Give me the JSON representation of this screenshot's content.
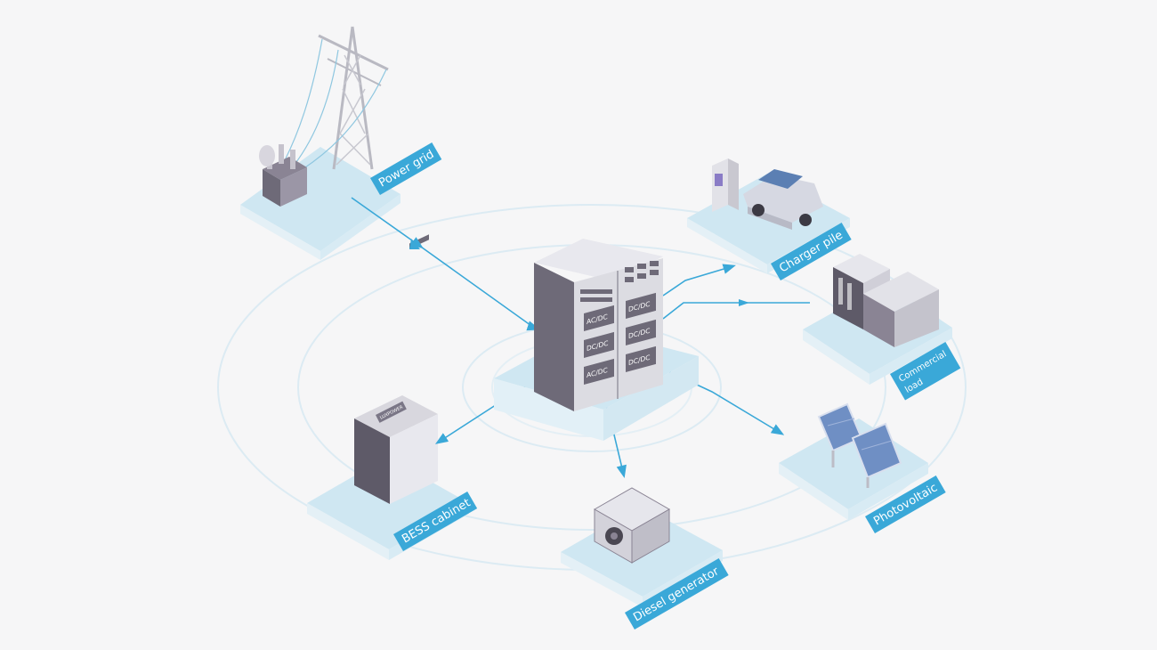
{
  "colors": {
    "background": "#f6f6f7",
    "accent": "#3aa8d8",
    "platform_top": "#cfe7f2",
    "platform_side": "#e6f2f8",
    "ring": "#dcebf3",
    "cabinet_light": "#dcdce2",
    "cabinet_dark": "#6e6a78"
  },
  "nodes": {
    "power_grid": {
      "label": "Power grid",
      "icon": "transmission-tower-icon"
    },
    "charger_pile": {
      "label": "Charger pile",
      "icon": "ev-charger-icon"
    },
    "commercial_load": {
      "label_line1": "Commercial",
      "label_line2": "load",
      "icon": "building-icon"
    },
    "photovoltaic": {
      "label": "Photovoltaic",
      "icon": "solar-panel-icon"
    },
    "diesel_generator": {
      "label": "Diesel generator",
      "icon": "generator-icon"
    },
    "bess_cabinet": {
      "label": "BESS cabinet",
      "icon": "battery-cabinet-icon",
      "logo": "LUXPOWER"
    }
  },
  "center_cabinet": {
    "icon": "power-conversion-cabinet-icon",
    "left_modules": [
      "AC/DC",
      "DC/DC",
      "AC/DC"
    ],
    "right_modules": [
      "DC/DC",
      "DC/DC",
      "DC/DC"
    ]
  }
}
